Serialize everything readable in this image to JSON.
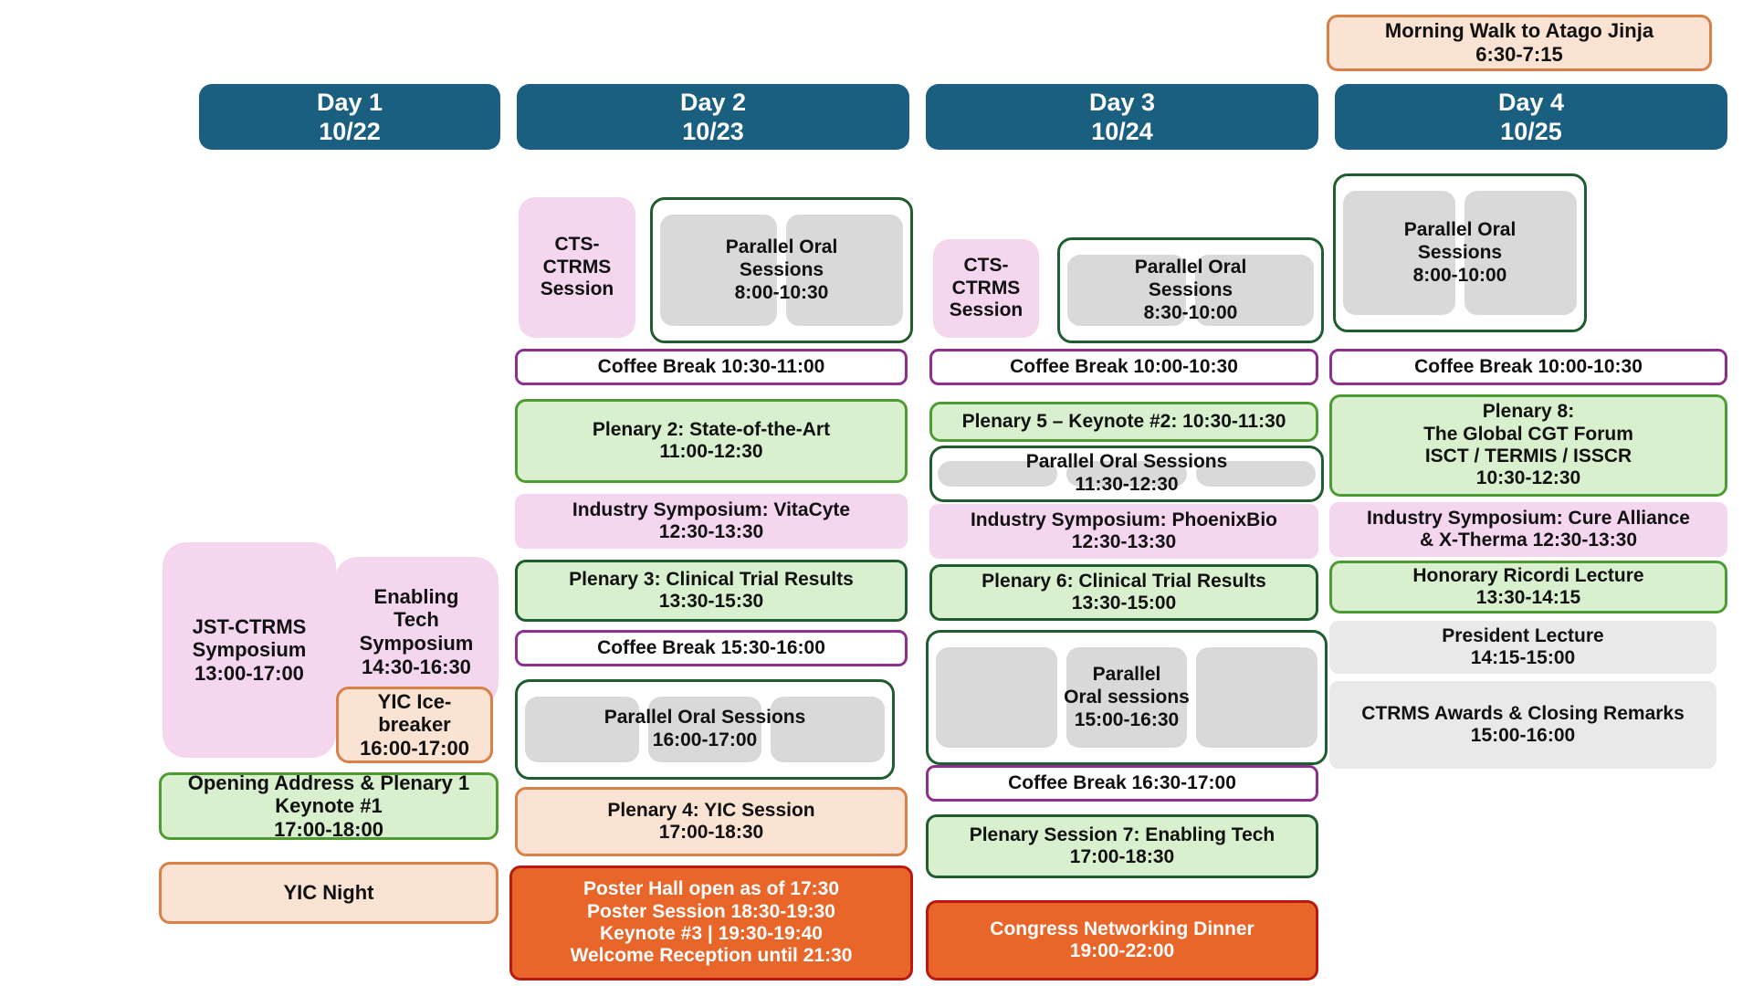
{
  "title": "Congress Programme Overview",
  "colors": {
    "day_header_bg": "#1a5f7f",
    "day_header_text": "#ffffff",
    "plenary_green_bg": "#d9f0cf",
    "plenary_green_border": "#4f9b33",
    "parallel_border": "#1f5c2e",
    "parallel_inner": "#d9d9d9",
    "industry_pink": "#f4d7ef",
    "coffee_border": "#8e2f8e",
    "social_peach_bg": "#fbe3d4",
    "social_peach_border": "#d98048",
    "evening_orange_bg": "#e8662a",
    "evening_orange_border": "#b51b13",
    "neutral_grey": "#e9e9e9"
  },
  "special": {
    "morning_walk": {
      "line1": "Morning Walk to Atago Jinja",
      "line2": "6:30-7:15"
    }
  },
  "days": [
    {
      "name": "Day 1",
      "date": "10/22",
      "items": [
        {
          "key": "jst_ctrms",
          "label": "JST-CTRMS\nSymposium\n13:00-17:00",
          "style": "pink"
        },
        {
          "key": "enabling_tech",
          "label": "Enabling\nTech\nSymposium\n14:30-16:30",
          "style": "pink"
        },
        {
          "key": "yic_icebreaker",
          "label": "YIC Ice-\nbreaker\n16:00-17:00",
          "style": "peach"
        },
        {
          "key": "opening_plenary1",
          "label": "Opening Address & Plenary 1\nKeynote #1\n17:00-18:00",
          "style": "green"
        },
        {
          "key": "yic_night",
          "label": "YIC Night",
          "style": "peach"
        }
      ]
    },
    {
      "name": "Day 2",
      "date": "10/23",
      "items": [
        {
          "key": "cts_ctrms_d2",
          "label": "CTS-\nCTRMS\nSession",
          "style": "pink"
        },
        {
          "key": "parallel_oral_d2_am",
          "label": "Parallel Oral\nSessions\n8:00-10:30",
          "style": "parallel",
          "panels": 2
        },
        {
          "key": "coffee_d2_am",
          "label": "Coffee Break 10:30-11:00",
          "style": "coffee"
        },
        {
          "key": "plenary2",
          "label": "Plenary 2: State-of-the-Art\n11:00-12:30",
          "style": "green"
        },
        {
          "key": "industry_vitacyte",
          "label": "Industry Symposium: VitaCyte\n12:30-13:30",
          "style": "pink"
        },
        {
          "key": "plenary3",
          "label": "Plenary 3: Clinical Trial Results\n13:30-15:30",
          "style": "green-dk"
        },
        {
          "key": "coffee_d2_pm",
          "label": "Coffee Break 15:30-16:00",
          "style": "coffee"
        },
        {
          "key": "parallel_oral_d2_pm",
          "label": "Parallel Oral Sessions\n16:00-17:00",
          "style": "parallel",
          "panels": 3
        },
        {
          "key": "plenary4_yic",
          "label": "Plenary 4: YIC Session\n17:00-18:30",
          "style": "peach"
        },
        {
          "key": "poster_evening",
          "label": "Poster Hall open as of 17:30\nPoster Session 18:30-19:30\nKeynote #3 | 19:30-19:40\nWelcome Reception until 21:30",
          "style": "orange"
        }
      ]
    },
    {
      "name": "Day 3",
      "date": "10/24",
      "items": [
        {
          "key": "cts_ctrms_d3",
          "label": "CTS-\nCTRMS\nSession",
          "style": "pink"
        },
        {
          "key": "parallel_oral_d3_am",
          "label": "Parallel Oral\nSessions\n8:30-10:00",
          "style": "parallel",
          "panels": 2
        },
        {
          "key": "coffee_d3_am",
          "label": "Coffee Break 10:00-10:30",
          "style": "coffee"
        },
        {
          "key": "plenary5",
          "label": "Plenary 5 – Keynote #2: 10:30-11:30",
          "style": "green"
        },
        {
          "key": "parallel_oral_d3_mid",
          "label": "Parallel Oral Sessions\n11:30-12:30",
          "style": "parallel",
          "panels": 3
        },
        {
          "key": "industry_phoenixbio",
          "label": "Industry Symposium: PhoenixBio\n12:30-13:30",
          "style": "pink"
        },
        {
          "key": "plenary6",
          "label": "Plenary 6: Clinical Trial Results\n13:30-15:00",
          "style": "green-dk"
        },
        {
          "key": "parallel_oral_d3_pm",
          "label": "Parallel\nOral sessions\n15:00-16:30",
          "style": "parallel",
          "panels": 3
        },
        {
          "key": "coffee_d3_pm",
          "label": "Coffee Break 16:30-17:00",
          "style": "coffee"
        },
        {
          "key": "plenary7",
          "label": "Plenary Session 7: Enabling Tech\n17:00-18:30",
          "style": "green-dk"
        },
        {
          "key": "networking_dinner",
          "label": "Congress Networking Dinner\n19:00-22:00",
          "style": "orange"
        }
      ]
    },
    {
      "name": "Day 4",
      "date": "10/25",
      "items": [
        {
          "key": "parallel_oral_d4_am",
          "label": "Parallel Oral\nSessions\n8:00-10:00",
          "style": "parallel",
          "panels": 2
        },
        {
          "key": "coffee_d4_am",
          "label": "Coffee Break 10:00-10:30",
          "style": "coffee"
        },
        {
          "key": "plenary8",
          "label": "Plenary 8:\nThe Global CGT Forum\nISCT / TERMIS / ISSCR\n10:30-12:30",
          "style": "green"
        },
        {
          "key": "industry_cure_alliance",
          "label": "Industry Symposium: Cure Alliance\n& X-Therma 12:30-13:30",
          "style": "pink"
        },
        {
          "key": "honorary_ricordi",
          "label": "Honorary Ricordi Lecture\n13:30-14:15",
          "style": "green"
        },
        {
          "key": "president_lecture",
          "label": "President Lecture\n14:15-15:00",
          "style": "grey"
        },
        {
          "key": "awards_closing",
          "label": "CTRMS Awards & Closing Remarks\n15:00-16:00",
          "style": "grey"
        }
      ]
    }
  ]
}
